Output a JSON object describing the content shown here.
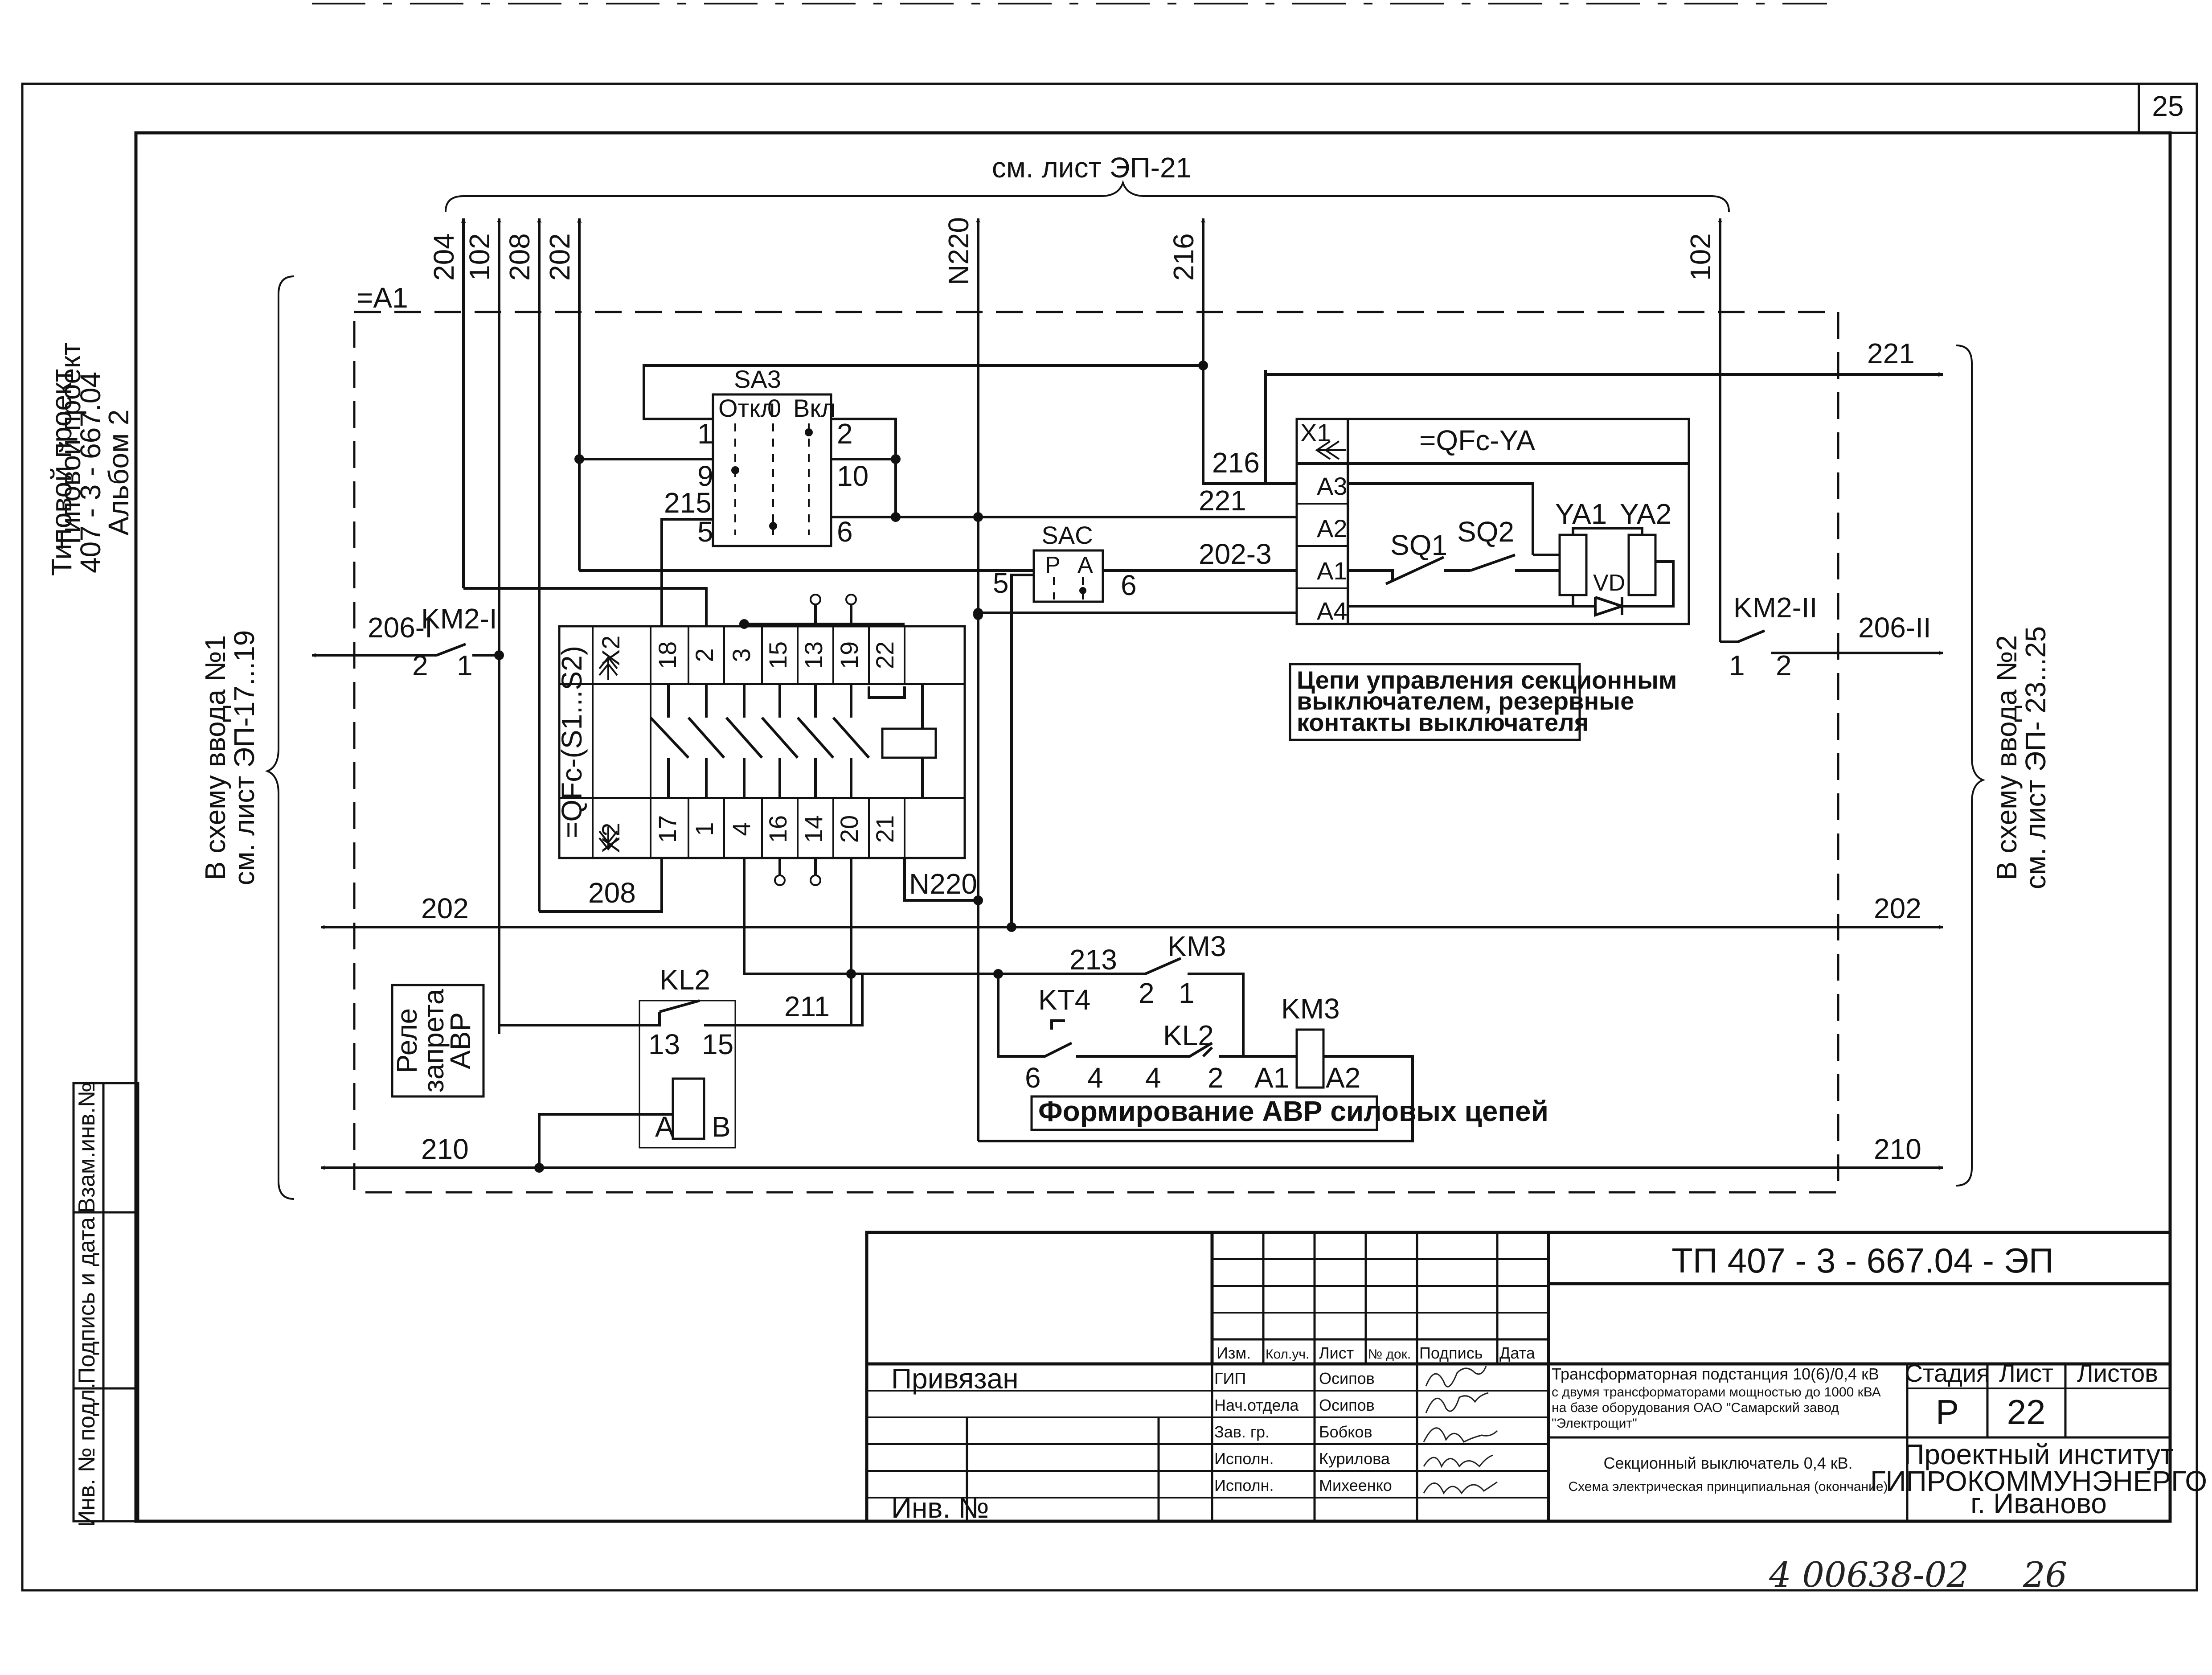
{
  "sheet": {
    "number": "25",
    "project_lines": [
      "Типовой проект",
      "407 - 3 - 667.04",
      "Альбом 2"
    ],
    "left_strip": [
      "Взам.инв.№",
      "Подпись и дата",
      "Инв. № подл."
    ]
  },
  "schematic": {
    "top_ref": "см. лист ЭП-21",
    "frame_label": "=A1",
    "top_wires": [
      "204",
      "102",
      "208",
      "202",
      "N220",
      "216",
      "102"
    ],
    "left_ref": [
      "В схему ввода №1",
      "см. лист ЭП-17...19"
    ],
    "right_ref": [
      "В схему ввода №2",
      "см. лист ЭП- 23...25"
    ],
    "sa3": {
      "name": "SA3",
      "pos_off": "Откл",
      "pos_zero": "0",
      "pos_on": "Вкл",
      "pins": [
        "1",
        "9",
        "5",
        "2",
        "10",
        "6"
      ]
    },
    "wire_215": "215",
    "wire_216": "216",
    "wire_221": "221",
    "wire_202_3": "202-3",
    "sac": {
      "name": "SAC",
      "p": "P",
      "a": "A",
      "pin_left": "5",
      "pin_right": "6"
    },
    "qfc_ya": {
      "name": "=QFc-YA",
      "x1": "X1",
      "pins": [
        "A3",
        "A2",
        "A1",
        "A4"
      ],
      "sq1": "SQ1",
      "sq2": "SQ2",
      "ya1": "YA1",
      "ya2": "YA2",
      "vd": "VD"
    },
    "km2_i": {
      "name": "KM2-I",
      "wire": "206-I",
      "pin_a": "2",
      "pin_b": "1"
    },
    "km2_ii": {
      "name": "KM2-II",
      "wire": "206-II",
      "pin_a": "1",
      "pin_b": "2"
    },
    "qfc_s": {
      "name": "=QFc-(S1...S2)",
      "x2": "X2",
      "top_pins": [
        "18",
        "2",
        "3",
        "15",
        "13",
        "19",
        "22"
      ],
      "bottom_pins": [
        "17",
        "1",
        "4",
        "16",
        "14",
        "20",
        "21"
      ]
    },
    "note": [
      "Цепи управления секционным",
      "выключателем, резервные",
      "контакты выключателя"
    ],
    "wire_208": "208",
    "wire_n220": "N220",
    "bus_202": "202",
    "bus_210": "210",
    "relay_box": [
      "Реле",
      "запрета",
      "АВР"
    ],
    "kl2": {
      "name": "KL2",
      "pin_13": "13",
      "pin_15": "15",
      "coil_a": "A",
      "coil_b": "B"
    },
    "wire_211": "211",
    "wire_213": "213",
    "km3_contact": {
      "name": "KM3",
      "pin_2": "2",
      "pin_1": "1"
    },
    "kt4": {
      "name": "KT4",
      "pin_6": "6",
      "pin_4": "4"
    },
    "kl2_contact": {
      "name": "KL2",
      "pin_4": "4",
      "pin_2": "2"
    },
    "km3_coil": {
      "name": "KM3",
      "a1": "A1",
      "a2": "A2"
    },
    "avr_label": "Формирование АВР силовых цепей"
  },
  "title_block": {
    "doc_code": "ТП  407 - 3 - 667.04 - ЭП",
    "linked": "Привязан",
    "inv_no": "Инв. №",
    "columns": [
      "Изм.",
      "Кол.уч.",
      "Лист",
      "№ док.",
      "Подпись",
      "Дата"
    ],
    "roles": [
      "ГИП",
      "Нач.отдела",
      "Зав. гр.",
      "Исполн.",
      "Исполн."
    ],
    "names": [
      "Осипов",
      "Осипов",
      "Бобков",
      "Курилова",
      "Михеенко"
    ],
    "description": [
      "Трансформаторная подстанция 10(6)/0,4 кВ",
      "с двумя трансформаторами мощностью до 1000 кВА",
      "на базе оборудования ОАО \"Самарский завод",
      "\"Электрощит\""
    ],
    "sheet_title": [
      "Секционный выключатель 0,4 кВ.",
      "Схема электрическая принципиальная (окончание)"
    ],
    "stage_header": "Стадия",
    "sheet_header": "Лист",
    "sheets_header": "Листов",
    "stage": "Р",
    "sheet": "22",
    "org": [
      "Проектный институт",
      "ГИПРОКОММУНЭНЕРГО",
      "г. Иваново"
    ]
  },
  "footer_handwritten": {
    "archive": "4 00638-02",
    "page": "26"
  }
}
